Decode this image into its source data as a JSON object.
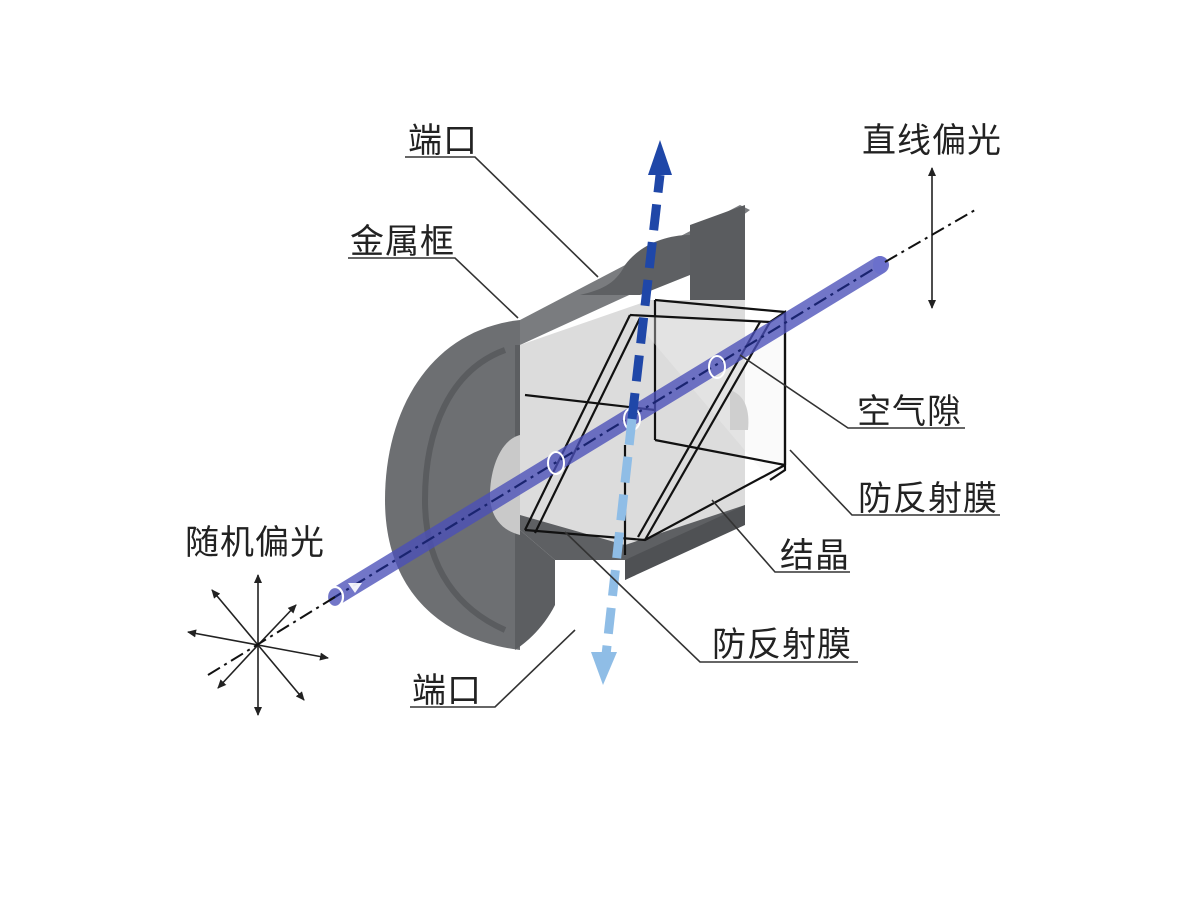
{
  "labels": {
    "port_top": "端口",
    "metal_frame": "金属框",
    "linear_polarization": "直线偏光",
    "air_gap": "空气隙",
    "ar_coating_right": "防反射膜",
    "crystal": "结晶",
    "ar_coating_bottom": "防反射膜",
    "random_polarization": "随机偏光",
    "port_bottom": "端口"
  },
  "colors": {
    "frame_dark": "#5a5c5f",
    "frame_mid": "#6d6f72",
    "frame_light": "#808285",
    "crystal_face": "#e6e6e6",
    "beam_main": "#4a4fb8",
    "beam_reflect_up": "#1f47a8",
    "beam_reflect_down": "#8fbde6",
    "leader_line": "#333333"
  },
  "icons": {
    "random_polarization": "multi-direction-arrows-icon",
    "linear_polarization": "vertical-double-arrow-icon"
  }
}
